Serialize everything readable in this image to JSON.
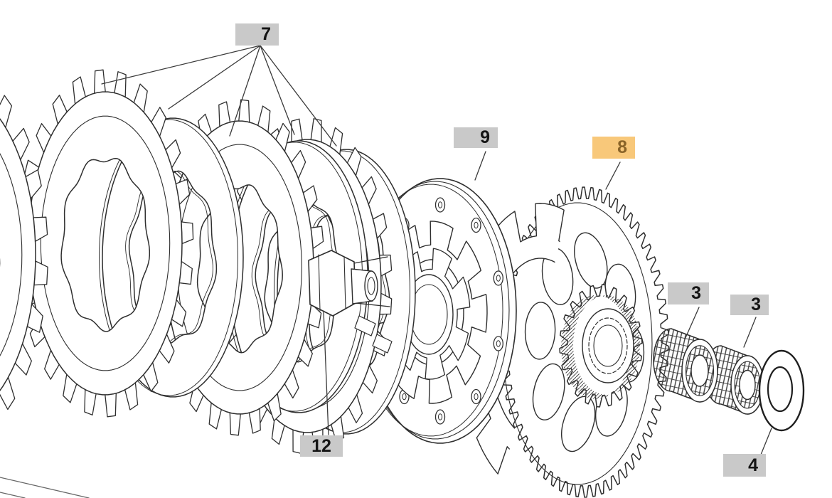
{
  "diagram": {
    "kind": "exploded-parts-drawing"
  },
  "colors": {
    "background": "#ffffff",
    "line": "#2e2e2e",
    "leader_line": "#3a3a3a",
    "label_bg": "#c9c9c9",
    "label_text": "#141414",
    "highlight_bg": "#f8c87a",
    "highlight_text": "#8a6428"
  },
  "parts": [
    {
      "number": "7",
      "highlighted": false
    },
    {
      "number": "9",
      "highlighted": false
    },
    {
      "number": "8",
      "highlighted": true
    },
    {
      "number": "3",
      "highlighted": false
    },
    {
      "number": "3",
      "highlighted": false
    },
    {
      "number": "4",
      "highlighted": false
    },
    {
      "number": "12",
      "highlighted": false
    }
  ]
}
